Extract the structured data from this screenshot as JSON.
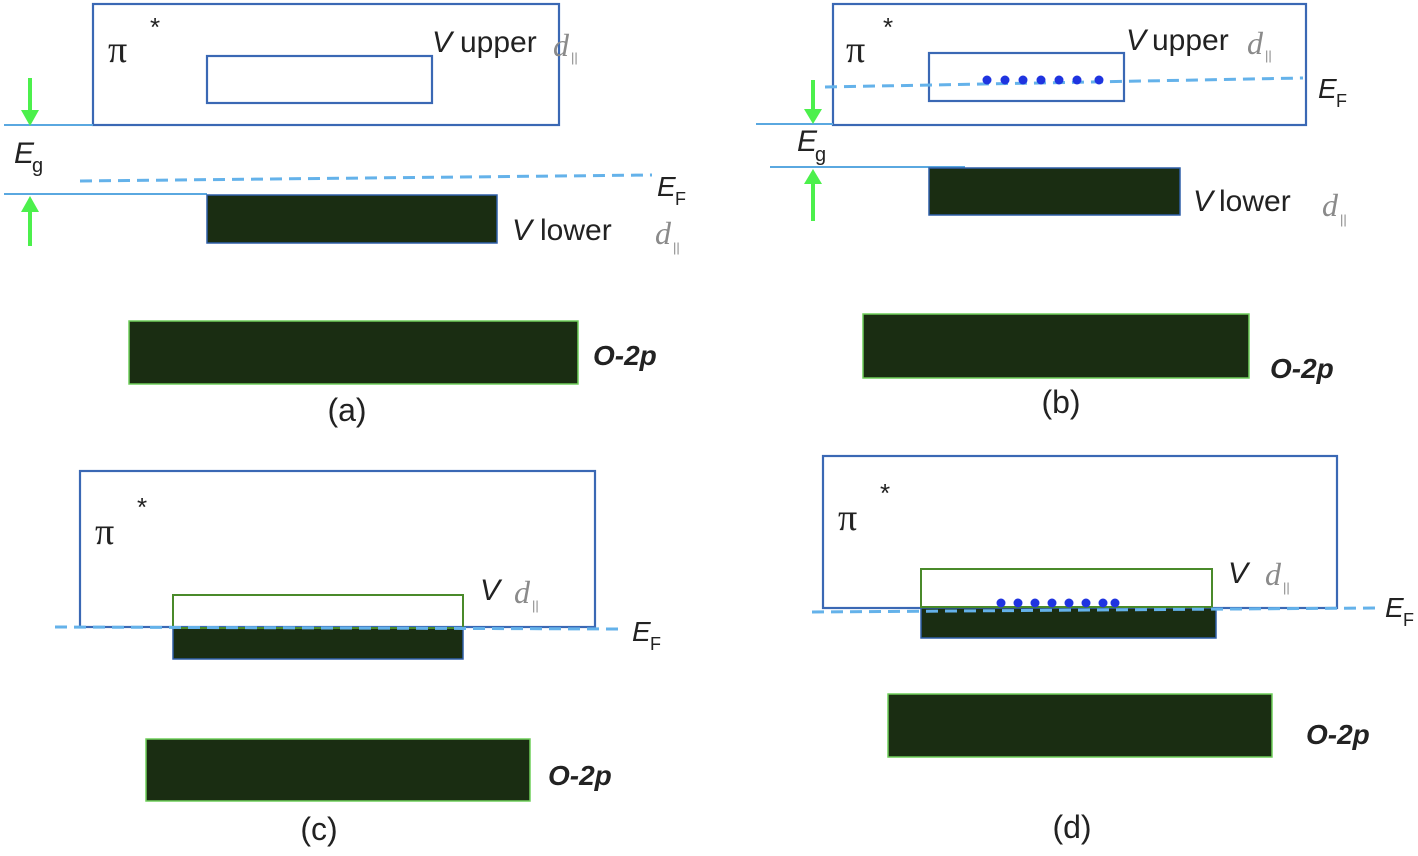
{
  "colors": {
    "band_fill": "#1a2d12",
    "band_border_green": "#6fcf5a",
    "outline_blue": "#3a68b4",
    "outline_green": "#4a8a2a",
    "fermi_dash": "#64b2ea",
    "gap_arrow": "#4cf04c",
    "electron_dots": "#1f34e0"
  },
  "labels": {
    "pi": "π",
    "star": "*",
    "V": "V",
    "upper": "upper",
    "lower": "lower",
    "d": "d",
    "par": "||",
    "E": "E",
    "sub_g": "g",
    "sub_F": "F",
    "o2p": "O-2p"
  },
  "panels": {
    "a": {
      "caption": "(a)"
    },
    "b": {
      "caption": "(b)"
    },
    "c": {
      "caption": "(c)"
    },
    "d": {
      "caption": "(d)"
    }
  }
}
